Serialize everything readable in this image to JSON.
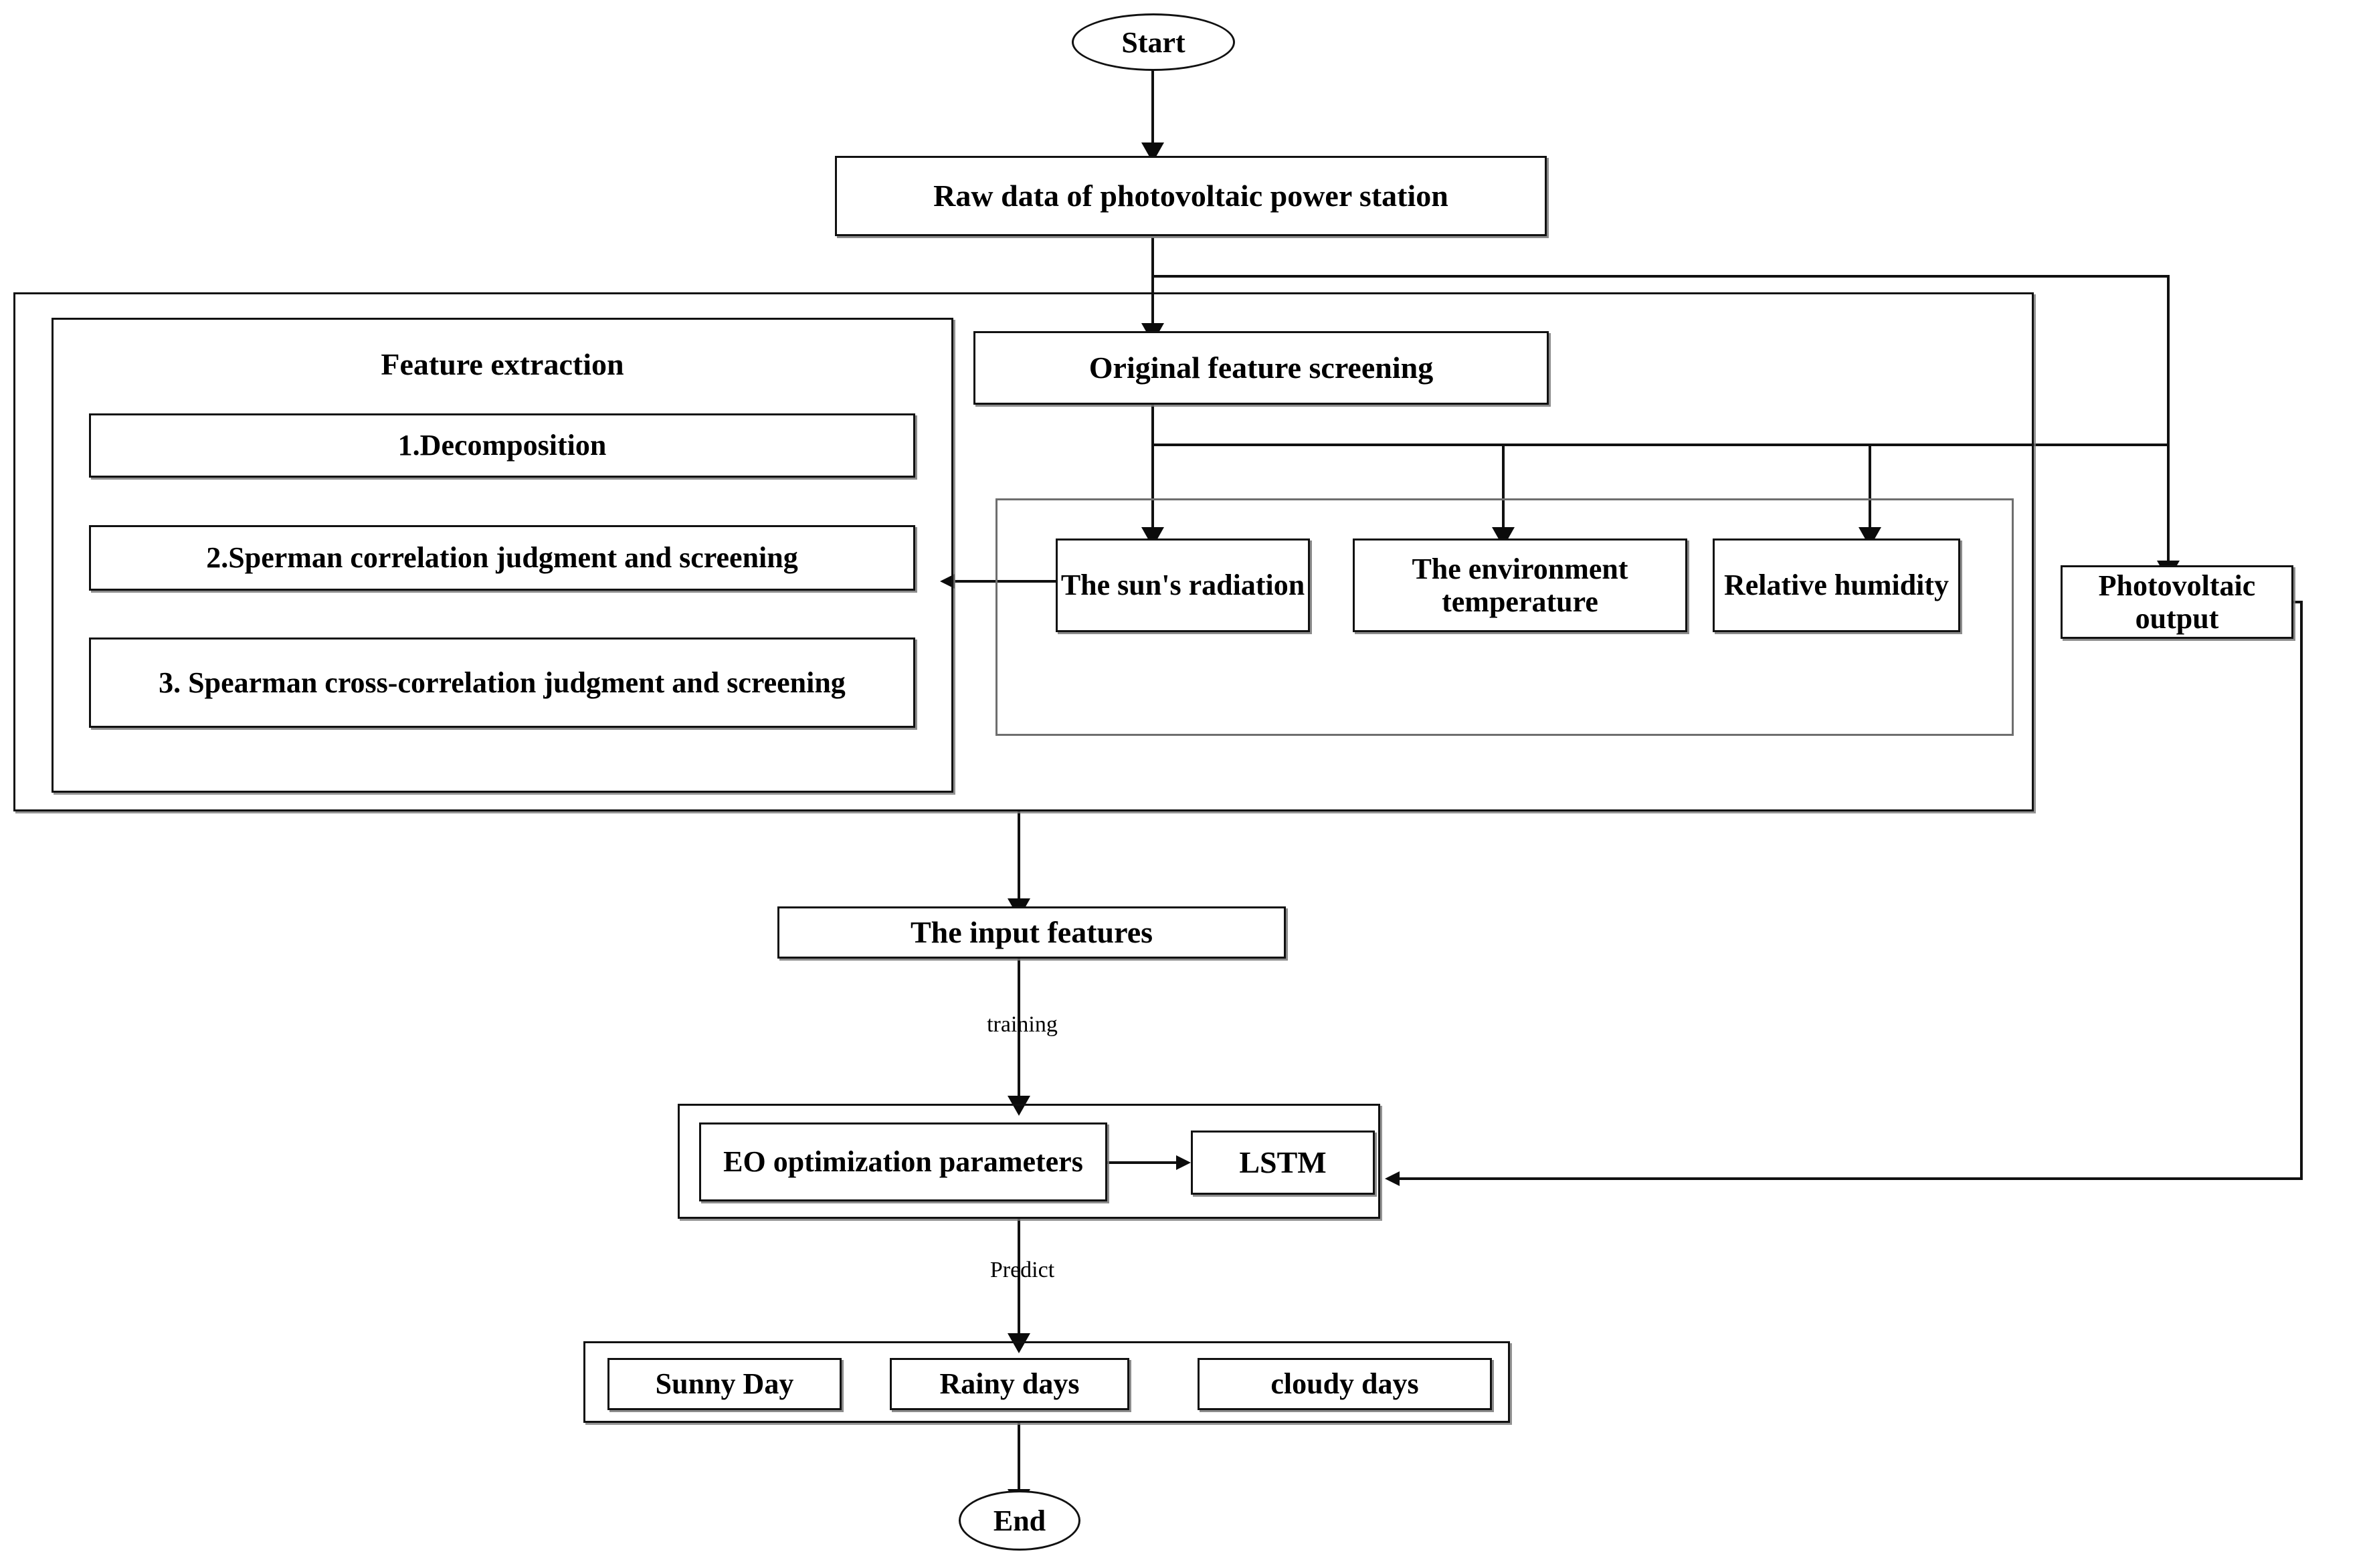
{
  "diagram": {
    "title": "Photovoltaic power forecasting flowchart",
    "colors": {
      "line": "#111111",
      "box_border": "#111111",
      "shadow": "#787878",
      "background": "#ffffff"
    },
    "nodes": {
      "start": "Start",
      "raw_data": "Raw data of photovoltaic power station",
      "feature_extraction_title": "Feature extraction",
      "step1": "1.Decomposition",
      "step2": "2.Sperman correlation judgment and screening",
      "step3": "3. Spearman cross-correlation judgment and screening",
      "original_screening": "Original feature screening",
      "sun_radiation": "The sun's radiation",
      "environment_temperature": "The environment temperature",
      "relative_humidity": "Relative humidity",
      "photovoltaic_output": "Photovoltaic output",
      "input_features": "The input features",
      "eo_parameters": "EO optimization parameters",
      "lstm": "LSTM",
      "sunny_day": "Sunny Day",
      "rainy_days": "Rainy days",
      "cloudy_days": "cloudy days",
      "end": "End"
    },
    "edge_labels": {
      "training": "training",
      "predict": "Predict"
    }
  },
  "chart_data": {
    "type": "diagram",
    "flow": [
      {
        "from": "Start",
        "to": "Raw data of photovoltaic power station"
      },
      {
        "from": "Raw data of photovoltaic power station",
        "to": "Original feature screening"
      },
      {
        "from": "Raw data of photovoltaic power station",
        "to": "Photovoltaic output"
      },
      {
        "from": "Original feature screening",
        "to": "The sun's radiation"
      },
      {
        "from": "Original feature screening",
        "to": "The environment temperature"
      },
      {
        "from": "Original feature screening",
        "to": "Relative humidity"
      },
      {
        "from": "The sun's radiation",
        "to": "Feature extraction"
      },
      {
        "from": "Feature extraction",
        "to": "The input features"
      },
      {
        "from": "The input features",
        "to": "EO optimization parameters",
        "label": "training"
      },
      {
        "from": "EO optimization parameters",
        "to": "LSTM"
      },
      {
        "from": "Photovoltaic output",
        "to": "LSTM"
      },
      {
        "from": "EO optimization parameters",
        "to": "Sunny Day / Rainy days / cloudy days",
        "label": "Predict"
      },
      {
        "from": "Sunny Day / Rainy days / cloudy days",
        "to": "End"
      }
    ]
  }
}
